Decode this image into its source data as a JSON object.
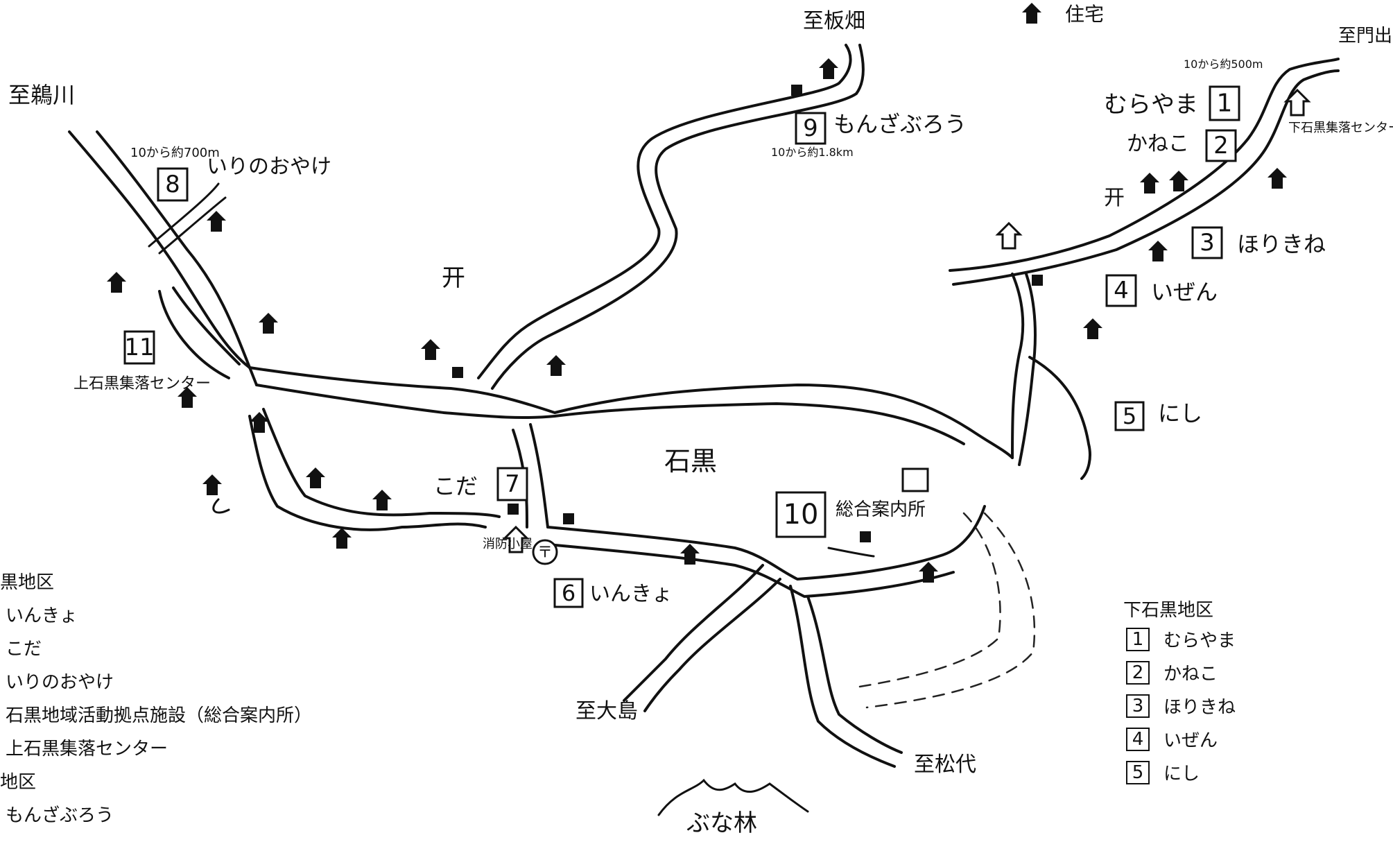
{
  "house_legend": {
    "label": "住宅"
  },
  "directions": {
    "itabata": "至板畑",
    "kamoyama": "至鵜川",
    "monzen": "至門出",
    "oshima": "至大島",
    "matsushiro": "至松代"
  },
  "place_labels": {
    "ishiguro": "石黒",
    "buna_forest": "ぶな林",
    "kami_center": "上石黒集落センター",
    "shimo_center": "下石黒集落センター",
    "fire_hut": "消防小屋",
    "post_office_mark": "〒",
    "shrine_mark": "开"
  },
  "distances": {
    "d1": "10から約500m",
    "d8": "10から約700m",
    "d9": "10から約1.8km"
  },
  "map_points": [
    {
      "num": "1",
      "name": "むらやま"
    },
    {
      "num": "2",
      "name": "かねこ"
    },
    {
      "num": "3",
      "name": "ほりきね"
    },
    {
      "num": "4",
      "name": "いぜん"
    },
    {
      "num": "5",
      "name": "にし"
    },
    {
      "num": "6",
      "name": "いんきょ"
    },
    {
      "num": "7",
      "name": "こだ"
    },
    {
      "num": "8",
      "name": "いりのおやけ"
    },
    {
      "num": "9",
      "name": "もんざぶろう"
    },
    {
      "num": "10",
      "name": "総合案内所"
    },
    {
      "num": "11",
      "name": "上石黒集落センター"
    }
  ],
  "legend_left": {
    "title": "黒地区",
    "items": [
      "いんきょ",
      "こだ",
      "いりのおやけ",
      "石黒地域活動拠点施設（総合案内所）",
      "上石黒集落センター"
    ],
    "title2": "地区",
    "items2": [
      "もんざぶろう"
    ]
  },
  "legend_right": {
    "title": "下石黒地区",
    "items": [
      {
        "num": "1",
        "label": "むらやま"
      },
      {
        "num": "2",
        "label": "かねこ"
      },
      {
        "num": "3",
        "label": "ほりきね"
      },
      {
        "num": "4",
        "label": "いぜん"
      },
      {
        "num": "5",
        "label": "にし"
      }
    ]
  },
  "colors": {
    "ink": "#111111",
    "paper": "#ffffff"
  },
  "icons": {
    "house": "house-icon",
    "facility": "facility-icon",
    "square": "facility-square-icon"
  }
}
